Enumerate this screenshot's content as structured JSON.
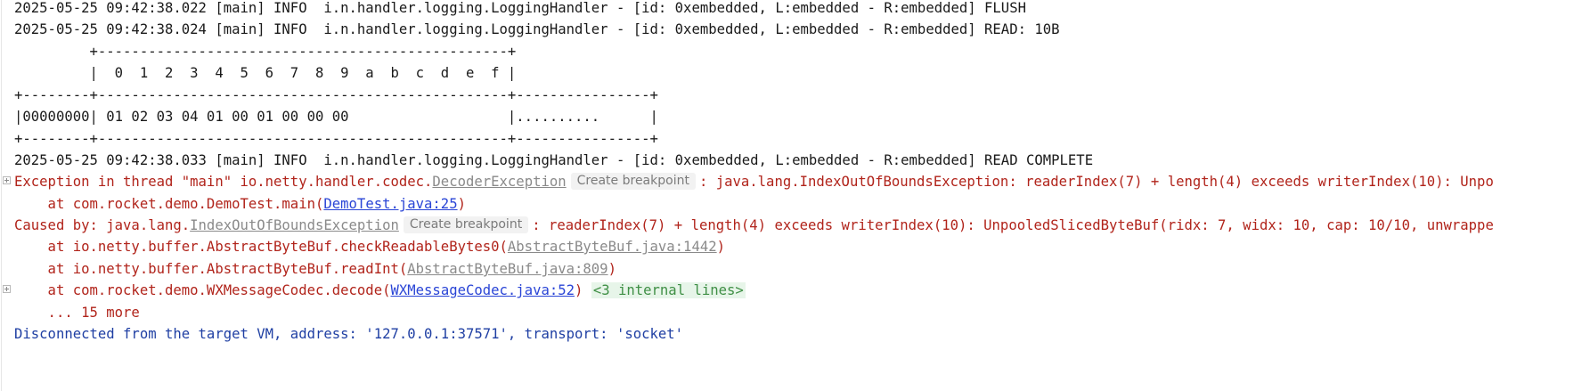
{
  "console": {
    "lines": [
      "2025-05-25 09:42:38.022 [main] INFO  i.n.handler.logging.LoggingHandler - [id: 0xembedded, L:embedded - R:embedded] FLUSH",
      "2025-05-25 09:42:38.024 [main] INFO  i.n.handler.logging.LoggingHandler - [id: 0xembedded, L:embedded - R:embedded] READ: 10B",
      "         +-------------------------------------------------+",
      "         |  0  1  2  3  4  5  6  7  8  9  a  b  c  d  e  f |",
      "+--------+-------------------------------------------------+----------------+",
      "|00000000| 01 02 03 04 01 00 01 00 00 00                   |..........      |",
      "+--------+-------------------------------------------------+----------------+",
      "2025-05-25 09:42:38.033 [main] INFO  i.n.handler.logging.LoggingHandler - [id: 0xembedded, L:embedded - R:embedded] READ COMPLETE"
    ],
    "exception": {
      "prefix": "Exception in thread \"main\" io.netty.handler.codec.",
      "class_link": "DecoderException",
      "breakpoint_label": "Create breakpoint",
      "suffix": ": java.lang.IndexOutOfBoundsException: readerIndex(7) + length(4) exceeds writerIndex(10): Unpo"
    },
    "at_main": {
      "prefix": "    at com.rocket.demo.DemoTest.main(",
      "link": "DemoTest.java:25",
      "suffix": ")"
    },
    "caused_by": {
      "prefix": "Caused by: java.lang.",
      "class_link": "IndexOutOfBoundsException",
      "breakpoint_label": "Create breakpoint",
      "suffix": ": readerIndex(7) + length(4) exceeds writerIndex(10): UnpooledSlicedByteBuf(ridx: 7, widx: 10, cap: 10/10, unwrappe"
    },
    "trace": [
      {
        "prefix": "    at io.netty.buffer.AbstractByteBuf.checkReadableBytes0(",
        "link": "AbstractByteBuf.java:1442",
        "suffix": ")"
      },
      {
        "prefix": "    at io.netty.buffer.AbstractByteBuf.readInt(",
        "link": "AbstractByteBuf.java:809",
        "suffix": ")"
      }
    ],
    "decode_line": {
      "prefix": "    at com.rocket.demo.WXMessageCodec.decode(",
      "link": "WXMessageCodec.java:52",
      "suffix": ") ",
      "internal": "<3 internal lines>"
    },
    "more": "    ... 15 more",
    "disconnect": "Disconnected from the target VM, address: '127.0.0.1:37571', transport: 'socket'"
  },
  "colors": {
    "background": "#ffffff",
    "text": "#1a1a1a",
    "error": "#b1241b",
    "link": "#2a45d6",
    "gray_link": "#8a8a8a",
    "internal_green": "#3f8f45",
    "system_blue": "#1f3fa3"
  },
  "icons": {
    "fold": "expand-fold-icon"
  }
}
